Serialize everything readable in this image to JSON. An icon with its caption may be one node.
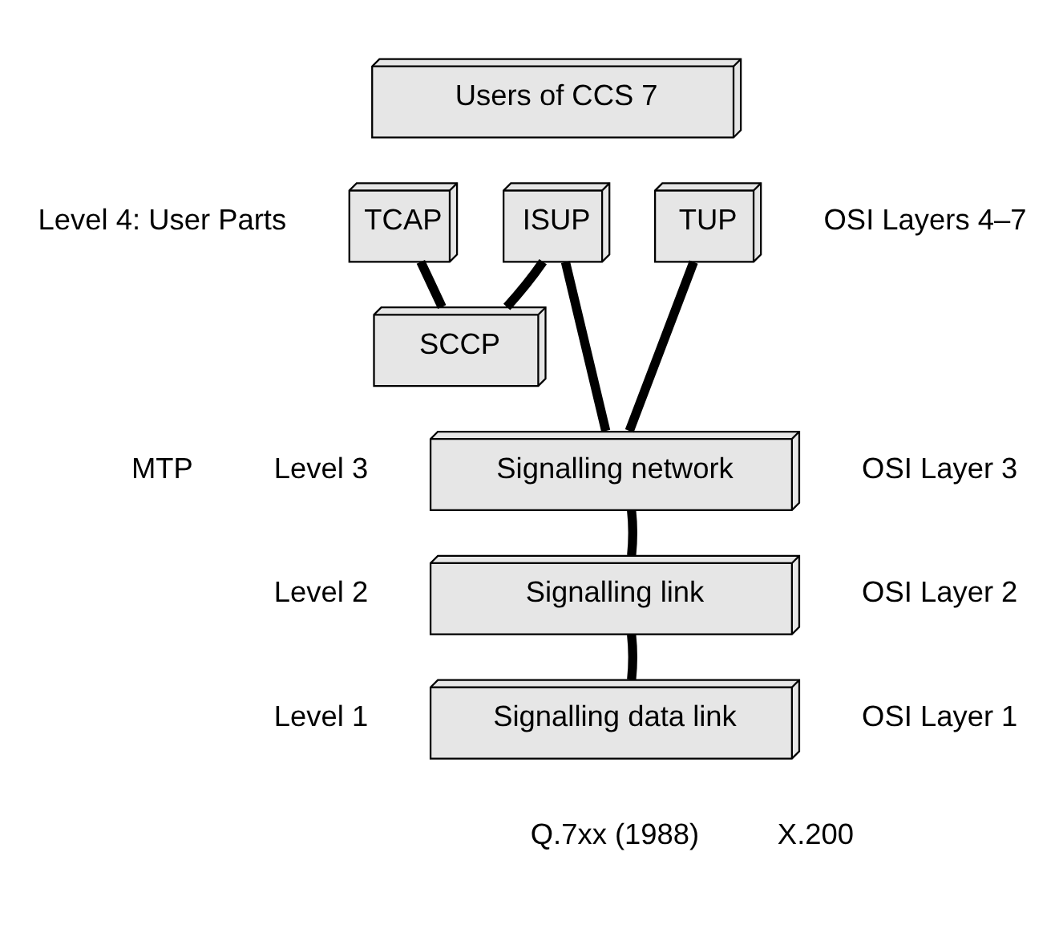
{
  "diagram": {
    "nodes": [
      {
        "text": [
          "Users of CCS 7"
        ]
      },
      {
        "text": [
          "TCAP"
        ]
      },
      {
        "text": [
          "ISUP"
        ]
      },
      {
        "text": [
          "TUP"
        ]
      },
      {
        "text": [
          "SCCP"
        ]
      },
      {
        "text": [
          "Signalling network"
        ]
      },
      {
        "text": [
          "Signalling link"
        ]
      },
      {
        "text": [
          "Signalling data link"
        ]
      }
    ],
    "edges": [
      {
        "from": 1,
        "to": 4,
        "arrow": "none"
      },
      {
        "from": 2,
        "to": 4,
        "arrow": "none"
      },
      {
        "from": 2,
        "to": 5,
        "arrow": "none"
      },
      {
        "from": 3,
        "to": 5,
        "arrow": "none"
      },
      {
        "from": 5,
        "to": 6,
        "arrow": "none"
      },
      {
        "from": 6,
        "to": 7,
        "arrow": "none"
      }
    ],
    "labels": [
      "Level 4: User Parts",
      "OSI Layers 4–7",
      "MTP",
      "Level 3",
      "OSI Layer 3",
      "Level 2",
      "OSI Layer 2",
      "Level 1",
      "OSI Layer 1",
      "Q.7xx (1988)",
      "X.200"
    ]
  }
}
